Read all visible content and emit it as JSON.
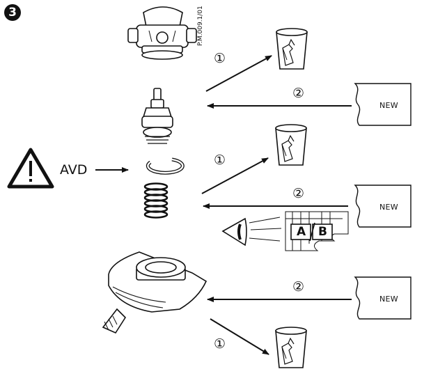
{
  "step_number": "3",
  "figure_code": "P.M.009.1/01",
  "warning_label": "AVD",
  "new_label": "NEW",
  "marker_remove": "①",
  "marker_replace": "②",
  "label_a": "A",
  "label_b": "B",
  "icons": {
    "warning": "warning-triangle-icon",
    "bin": "waste-bin-icon",
    "package": "new-part-package-icon",
    "eye": "inspect-eye-icon"
  },
  "colors": {
    "line": "#111111",
    "background": "#ffffff"
  }
}
